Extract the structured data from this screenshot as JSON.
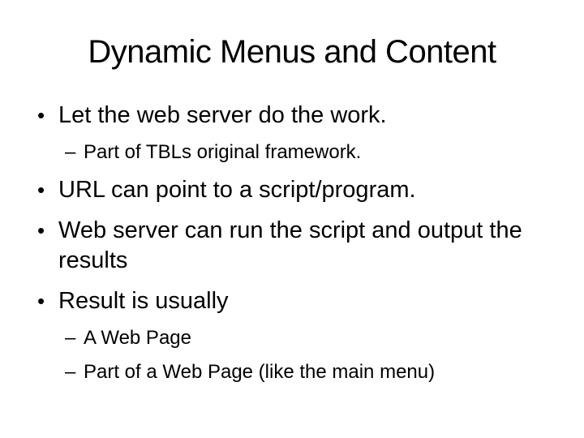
{
  "slide": {
    "title": "Dynamic Menus and Content",
    "bullets": [
      {
        "level": 1,
        "marker": "•",
        "text": "Let the web server do the work."
      },
      {
        "level": 2,
        "marker": "–",
        "text": "Part of TBLs original framework."
      },
      {
        "level": 1,
        "marker": "•",
        "text": "URL can point to a script/program."
      },
      {
        "level": 1,
        "marker": "•",
        "text": "Web server can run the script and output the results"
      },
      {
        "level": 1,
        "marker": "•",
        "text": "Result is usually"
      },
      {
        "level": 2,
        "marker": "–",
        "text": "A Web Page"
      },
      {
        "level": 2,
        "marker": "–",
        "text": "Part of a Web Page (like the main menu)"
      }
    ],
    "colors": {
      "background": "#ffffff",
      "text": "#000000"
    }
  }
}
